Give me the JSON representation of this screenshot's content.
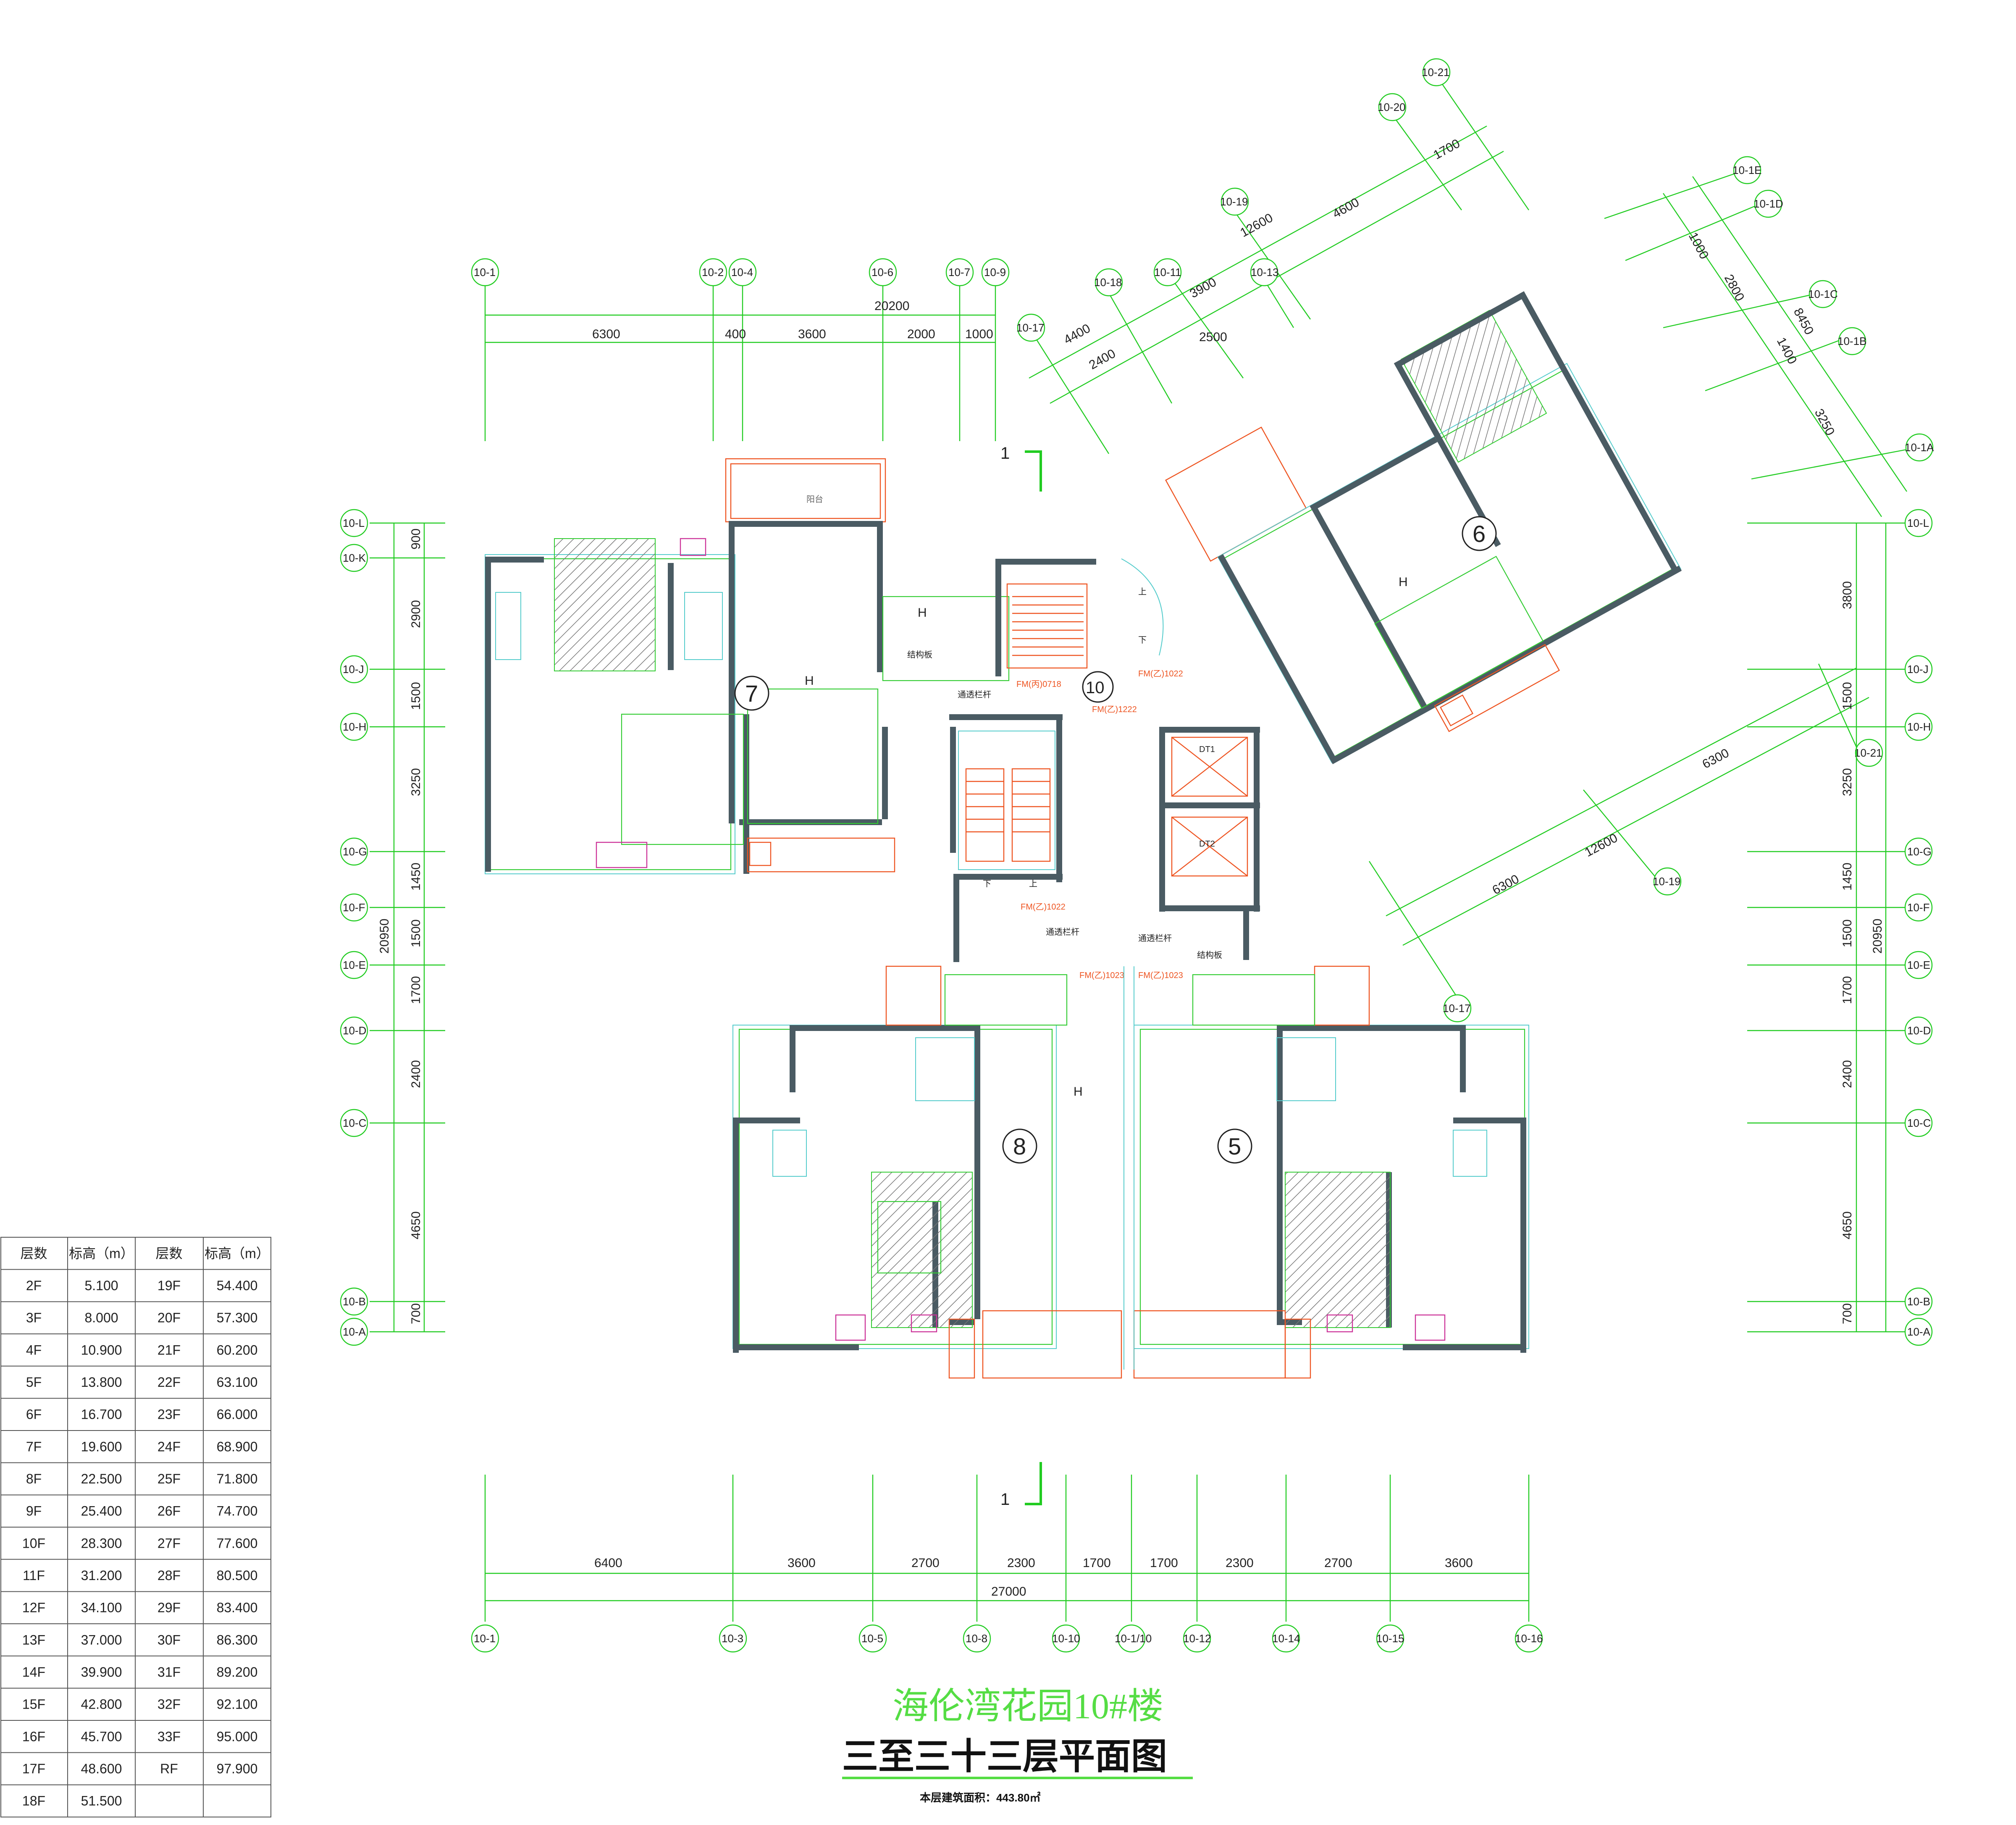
{
  "title": {
    "project": "海伦湾花园10#楼",
    "plan": "三至三十三层平面图",
    "area_label": "本层建筑面积：443.80㎡"
  },
  "top_axes": [
    "10-1",
    "10-2",
    "10-4",
    "10-6",
    "10-7",
    "10-9"
  ],
  "top_dims_total": "20200",
  "top_dims": [
    "6300",
    "400",
    "3600",
    "2000",
    "1000"
  ],
  "bottom_axes": [
    "10-1",
    "10-3",
    "10-5",
    "10-8",
    "10-10",
    "10-1/10",
    "10-12",
    "10-14",
    "10-15",
    "10-16"
  ],
  "bottom_dims": [
    "6400",
    "3600",
    "2700",
    "2300",
    "1700",
    "1700",
    "2300",
    "2700",
    "3600"
  ],
  "bottom_total": "27000",
  "left_axes": [
    "10-L",
    "10-K",
    "10-J",
    "10-H",
    "10-G",
    "10-F",
    "10-E",
    "10-D",
    "10-C",
    "10-B",
    "10-A"
  ],
  "left_dims": [
    "900",
    "2900",
    "1500",
    "3250",
    "1450",
    "1500",
    "1700",
    "2400",
    "4650",
    "700"
  ],
  "left_total": "20950",
  "right_axes": [
    "10-L",
    "10-J",
    "10-H",
    "10-G",
    "10-F",
    "10-E",
    "10-D",
    "10-C",
    "10-B",
    "10-A"
  ],
  "right_dims": [
    "3800",
    "1500",
    "3250",
    "1450",
    "1500",
    "1700",
    "2400",
    "4650",
    "700"
  ],
  "right_total": "20950",
  "diag_axes_a": [
    "10-17",
    "10-18",
    "10-11",
    "10-13",
    "10-19",
    "10-20",
    "10-21"
  ],
  "diag_dims_a": [
    "4400",
    "2400",
    "3900",
    "2500",
    "12600",
    "4600",
    "1700"
  ],
  "diag_axes_b": [
    "10-1E",
    "10-1D",
    "10-1C",
    "10-1B",
    "10-1A"
  ],
  "diag_dims_b": [
    "1000",
    "2800",
    "8450",
    "1400",
    "3250"
  ],
  "diag_axes_c": [
    "10-21",
    "10-19",
    "10-17"
  ],
  "diag_dims_c": [
    "6300",
    "12600",
    "6300"
  ],
  "units": [
    "7",
    "6",
    "8",
    "5",
    "10"
  ],
  "cut_label": "1",
  "labels": {
    "stair_up": "上",
    "stair_down": "下",
    "elevator1": "DT1",
    "elevator2": "DT2",
    "struct_board": "结构板",
    "rail": "通透栏杆",
    "h": "H",
    "fm1": "FM(乙)1022",
    "fm2": "FM(乙)1023",
    "fm3": "FM(丙)0718",
    "fm4": "FM(乙)1222"
  },
  "floor_table": {
    "headers": [
      "层数",
      "标高（m）",
      "层数",
      "标高（m）"
    ],
    "rows": [
      [
        "2F",
        "5.100",
        "19F",
        "54.400"
      ],
      [
        "3F",
        "8.000",
        "20F",
        "57.300"
      ],
      [
        "4F",
        "10.900",
        "21F",
        "60.200"
      ],
      [
        "5F",
        "13.800",
        "22F",
        "63.100"
      ],
      [
        "6F",
        "16.700",
        "23F",
        "66.000"
      ],
      [
        "7F",
        "19.600",
        "24F",
        "68.900"
      ],
      [
        "8F",
        "22.500",
        "25F",
        "71.800"
      ],
      [
        "9F",
        "25.400",
        "26F",
        "74.700"
      ],
      [
        "10F",
        "28.300",
        "27F",
        "77.600"
      ],
      [
        "11F",
        "31.200",
        "28F",
        "80.500"
      ],
      [
        "12F",
        "34.100",
        "29F",
        "83.400"
      ],
      [
        "13F",
        "37.000",
        "30F",
        "86.300"
      ],
      [
        "14F",
        "39.900",
        "31F",
        "89.200"
      ],
      [
        "15F",
        "42.800",
        "32F",
        "92.100"
      ],
      [
        "16F",
        "45.700",
        "33F",
        "95.000"
      ],
      [
        "17F",
        "48.600",
        "RF",
        "97.900"
      ],
      [
        "18F",
        "51.500",
        "",
        ""
      ]
    ]
  }
}
